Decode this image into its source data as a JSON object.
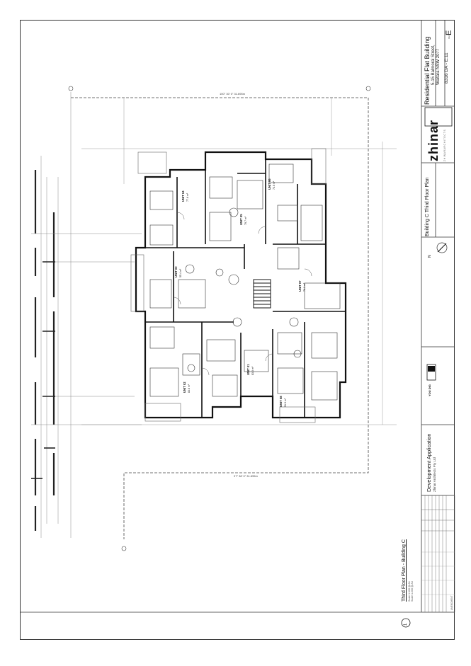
{
  "project": {
    "title": "Residential Flat Building",
    "address_line1": "5-15 Balmoral Street,",
    "address_line2": "Waitara NSW 2077",
    "drawing_number": "8316 DA - E:11",
    "revision": "E",
    "revision_label": "REV"
  },
  "sheet": {
    "name": "Building C Third Floor Plan",
    "north_label": "N"
  },
  "architect": {
    "logo": "zhinar",
    "name_spaced": "Z H I N A R   A R C H I T E C T S",
    "company": "Zhinar Architects Pty Ltd"
  },
  "status": {
    "heading": "Development Application",
    "company": "Zhinar Architects Pty Ltd"
  },
  "drawing": {
    "title": "Third Floor Plan - Building C",
    "scale_a1": "Scale 1:100 @ A1",
    "scale_a3": "Scale 1:200 @ A3",
    "number": "1"
  },
  "dimensions": {
    "top": "100° 30' 0\"   31.695m",
    "bottom": "97° 38' 0\"   31.695m"
  },
  "units": [
    {
      "label": "UNIT 04",
      "area": "77.6 m²"
    },
    {
      "label": "UNIT 05",
      "area": "79.7 m²"
    },
    {
      "label": "UNIT 06",
      "area": "73.5 m²"
    },
    {
      "label": "UNIT 03",
      "area": "55.4 m²"
    },
    {
      "label": "UNIT 07",
      "area": "76.1 m²"
    },
    {
      "label": "UNIT 02",
      "area": "83.6 m²"
    },
    {
      "label": "UNIT 01",
      "area": "83.0 m²"
    },
    {
      "label": "UNIT 08",
      "area": "91.3 m²"
    }
  ],
  "dial_before_you_dig": "YOU DIG",
  "amendment_label": "AMENDMENT"
}
